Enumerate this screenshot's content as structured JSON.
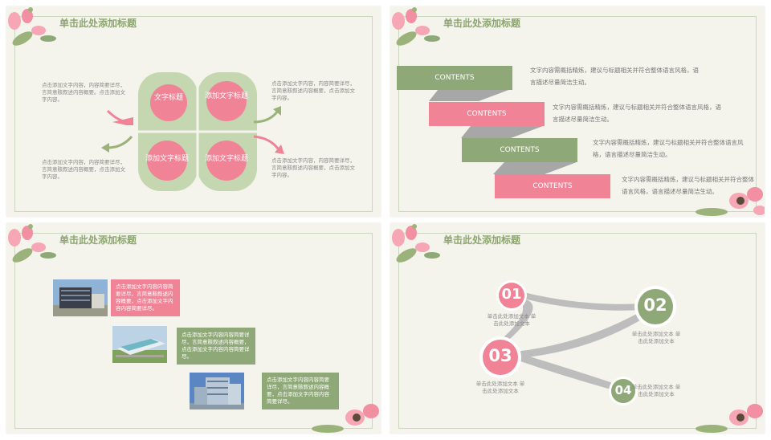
{
  "slides": [
    {
      "title": "单击此处添加标题",
      "petals": [
        "文字标题",
        "添加文字标题",
        "添加文字标题",
        "添加文字标题"
      ],
      "texts": [
        "点击添加文字内容，内容简要详尽，言简意赅叙述内容概要。点击添加文字内容。",
        "点击添加文字内容，内容简要详尽，言简意赅叙述内容概要，点击添加文字内容。",
        "点击添加文字内容，内容简要详尽，言简意赅叙述内容概要，点击添加文字内容。",
        "点击添加文字内容，内容简要详尽，言简意赅叙述内容概要，点击添加文字内容。"
      ]
    },
    {
      "title": "单击此处添加标题",
      "bands": [
        "CONTENTS",
        "CONTENTS",
        "CONTENTS",
        "CONTENTS"
      ],
      "texts": [
        "文字内容需概括精炼，建议与标题相关并符合整体语言风格，语言描述尽量简洁生动。",
        "文字内容需概括精炼，建议与标题相关并符合整体语言风格，语言描述尽量简洁生动。",
        "文字内容需概括精炼，建议与标题相关并符合整体语言风格，语言描述尽量简洁生动。",
        "文字内容需概括精炼，建议与标题相关并符合整体语言风格，语言描述尽量简洁生动。"
      ]
    },
    {
      "title": "单击此处添加标题",
      "texts": [
        "点击添加文字内容内容简要详尽，言简意赅叙述内容概要，点击添加文字内容内容简要详尽。",
        "点击添加文字内容内容简要详尽，言简意赅叙述内容概要，点击添加文字内容内容简要详尽。",
        "点击添加文字内容内容简要详尽，言简意赅叙述内容概要，点击添加文字内容内容简要详尽。"
      ]
    },
    {
      "title": "单击此处添加标题",
      "numbers": [
        "01",
        "02",
        "03",
        "04"
      ],
      "texts": [
        "单击此处添加文本 单击此处添加文本",
        "单击此处添加文本 单击此处添加文本",
        "单击此处添加文本 单击此处添加文本",
        "单击此处添加文本 单击此处添加文本"
      ]
    }
  ],
  "colors": {
    "green": "#8fa877",
    "pink": "#f08396",
    "gray": "#a7a7a7",
    "title": "#8ca66f"
  }
}
